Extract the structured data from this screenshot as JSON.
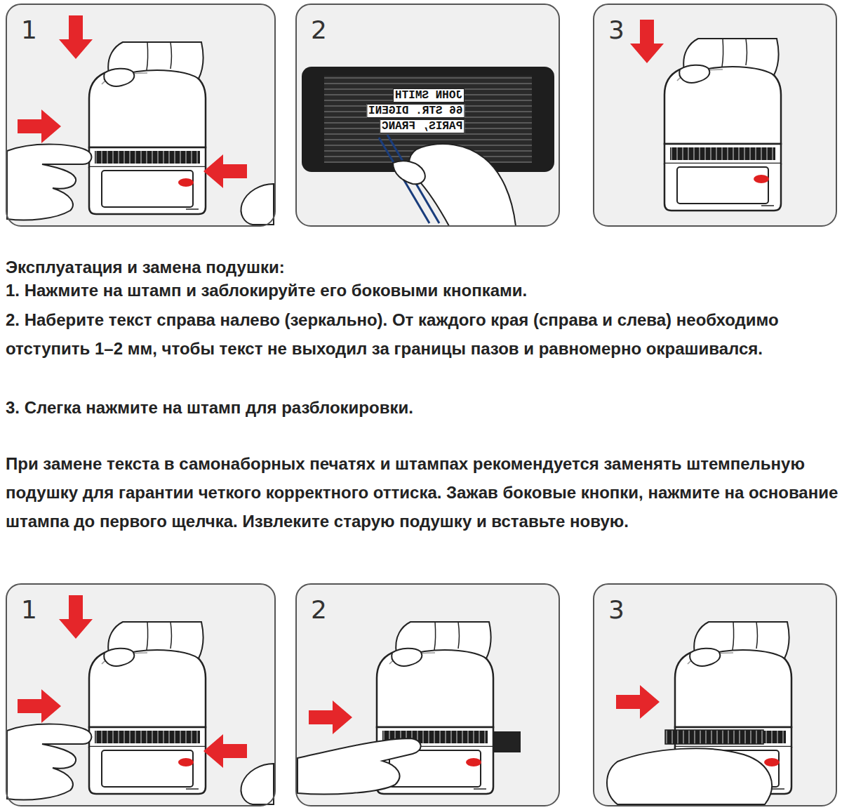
{
  "diagram": {
    "title": "Эксплуатация и замена подушки:",
    "nodes": [
      {
        "text": [
          "1"
        ]
      },
      {
        "text": [
          "2"
        ]
      },
      {
        "text": [
          "3"
        ]
      },
      {
        "text": [
          "1"
        ]
      },
      {
        "text": [
          "2"
        ]
      },
      {
        "text": [
          "3"
        ]
      }
    ],
    "labels": [
      "1. Нажмите на штамп и заблокируйте его боковыми кнопками.",
      "2. Наберите текст справа налево (зеркально). От каждого края (справа и слева) необходимо отступить 1–2 мм, чтобы текст не выходил за границы пазов и равномерно окрашивался.",
      "3. Слегка нажмите на штамп для разблокировки.",
      "При замене текста в самонаборных печатях и штампах рекомендуется заменять штемпельную подушку для гарантии четкого корректного оттиска. Зажав боковые кнопки, нажмите на основание штампа до первого щелчка. Извлеките старую подушку и вставьте новую.",
      "JOHN SMITH",
      "66 STR. DIGENI",
      "PARIS, FRANC"
    ]
  }
}
